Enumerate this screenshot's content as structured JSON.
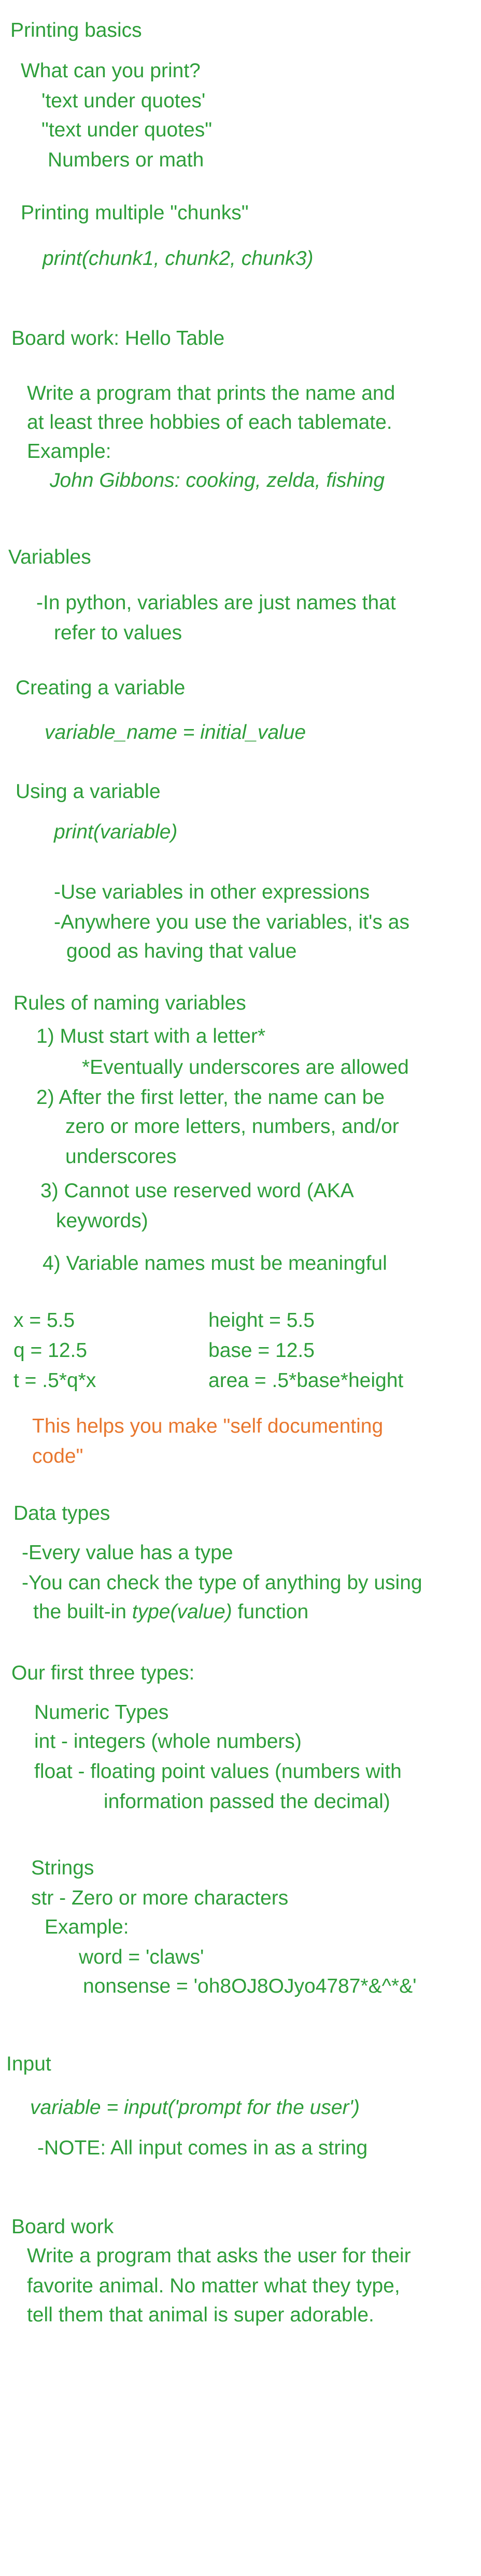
{
  "colors": {
    "text": "#2e9e3a",
    "highlight": "#e8772e",
    "background": "#ffffff"
  },
  "printing_basics": {
    "heading": "Printing basics",
    "question": "What can you print?",
    "items": [
      "'text under quotes'",
      "\"text under quotes\"",
      "Numbers or math"
    ],
    "chunks_heading": "Printing multiple \"chunks\"",
    "chunks_code": "print(chunk1, chunk2, chunk3)"
  },
  "hello_table": {
    "heading": "Board work: Hello Table",
    "lines": [
      "Write a program that prints the name and",
      "at least three hobbies of each tablemate.",
      "Example:"
    ],
    "example": "John Gibbons: cooking, zelda, fishing"
  },
  "variables": {
    "heading": "Variables",
    "intro": [
      "-In python, variables are just names that",
      "refer to values"
    ],
    "creating_heading": "Creating a variable",
    "creating_code": "variable_name = initial_value",
    "using_heading": "Using a variable",
    "using_code": "print(variable)",
    "notes": [
      "-Use variables in other expressions",
      "-Anywhere you use the variables, it's as",
      "good as having that value"
    ],
    "rules_heading": "Rules of naming variables",
    "rules": [
      "1) Must start with a letter*",
      "*Eventually underscores are allowed",
      "2) After the first letter, the name can be",
      "zero or more letters, numbers, and/or",
      "underscores",
      "3) Cannot use reserved word (AKA",
      "keywords)",
      "4) Variable names must be meaningful"
    ],
    "bad_examples": [
      "x = 5.5",
      "q = 12.5",
      "t = .5*q*x"
    ],
    "good_examples": [
      "height = 5.5",
      "base = 12.5",
      "area = .5*base*height"
    ],
    "self_doc": [
      "This helps you make \"self documenting",
      "code\""
    ]
  },
  "data_types": {
    "heading": "Data types",
    "line1": "-Every value has a type",
    "line2": "-You can check the type of anything by using",
    "line3_pre": "the built-in ",
    "line3_code": "type(value)",
    "line3_post": " function"
  },
  "types": {
    "heading": "Our first three types:",
    "numeric_heading": "Numeric Types",
    "int_line": "int - integers (whole numbers)",
    "float_line1": "float - floating point values (numbers with",
    "float_line2": "information passed the decimal)",
    "strings_heading": "Strings",
    "str_line": "str - Zero or more characters",
    "example_label": "Example:",
    "example1": "word = 'claws'",
    "example2": "nonsense = 'oh8OJ8OJyo4787*&^*&'"
  },
  "input": {
    "heading": "Input",
    "code": "variable = input('prompt for the user')",
    "note": "-NOTE: All input comes in as a string"
  },
  "board_work": {
    "heading": "Board work",
    "lines": [
      "Write a program that asks the user for their",
      "favorite animal. No matter what they type,",
      "tell them that animal is super adorable."
    ]
  }
}
